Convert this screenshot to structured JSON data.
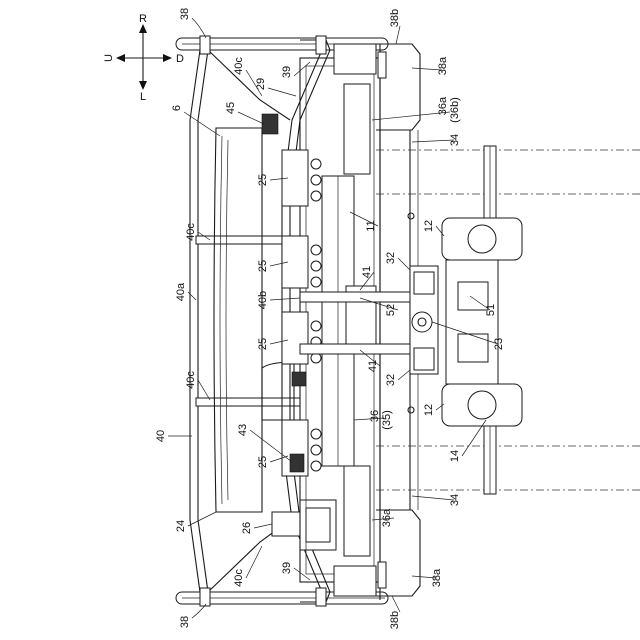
{
  "direction_indicator": {
    "up": "R",
    "down": "L",
    "left": "U",
    "right": "D"
  },
  "labels": [
    {
      "id": "ref-38-top",
      "text": "38"
    },
    {
      "id": "ref-38b-top",
      "text": "38b"
    },
    {
      "id": "ref-38a-top",
      "text": "38a"
    },
    {
      "id": "ref-40c-top",
      "text": "40c"
    },
    {
      "id": "ref-29",
      "text": "29"
    },
    {
      "id": "ref-39-top",
      "text": "39"
    },
    {
      "id": "ref-6",
      "text": "6"
    },
    {
      "id": "ref-45",
      "text": "45"
    },
    {
      "id": "ref-36a-top",
      "text": "36a"
    },
    {
      "id": "ref-36b",
      "text": "(36b)"
    },
    {
      "id": "ref-34-top",
      "text": "34"
    },
    {
      "id": "ref-25-a",
      "text": "25"
    },
    {
      "id": "ref-11",
      "text": "11"
    },
    {
      "id": "ref-12-top",
      "text": "12"
    },
    {
      "id": "ref-40c-mid1",
      "text": "40c"
    },
    {
      "id": "ref-25-b",
      "text": "25"
    },
    {
      "id": "ref-41-top",
      "text": "41"
    },
    {
      "id": "ref-32-top",
      "text": "32"
    },
    {
      "id": "ref-40a",
      "text": "40a"
    },
    {
      "id": "ref-40b",
      "text": "40b"
    },
    {
      "id": "ref-52",
      "text": "52"
    },
    {
      "id": "ref-51",
      "text": "51"
    },
    {
      "id": "ref-25-c",
      "text": "25"
    },
    {
      "id": "ref-23",
      "text": "23"
    },
    {
      "id": "ref-41-bot",
      "text": "41"
    },
    {
      "id": "ref-32-bot",
      "text": "32"
    },
    {
      "id": "ref-40c-mid2",
      "text": "40c"
    },
    {
      "id": "ref-40",
      "text": "40"
    },
    {
      "id": "ref-43",
      "text": "43"
    },
    {
      "id": "ref-36",
      "text": "36"
    },
    {
      "id": "ref-35",
      "text": "(35)"
    },
    {
      "id": "ref-12-bot",
      "text": "12"
    },
    {
      "id": "ref-25-d",
      "text": "25"
    },
    {
      "id": "ref-14",
      "text": "14"
    },
    {
      "id": "ref-34-bot",
      "text": "34"
    },
    {
      "id": "ref-24",
      "text": "24"
    },
    {
      "id": "ref-26",
      "text": "26"
    },
    {
      "id": "ref-36a-bot",
      "text": "36a"
    },
    {
      "id": "ref-39-bot",
      "text": "39"
    },
    {
      "id": "ref-40c-bot",
      "text": "40c"
    },
    {
      "id": "ref-38a-bot",
      "text": "38a"
    },
    {
      "id": "ref-38-bot",
      "text": "38"
    },
    {
      "id": "ref-38b-bot",
      "text": "38b"
    }
  ]
}
